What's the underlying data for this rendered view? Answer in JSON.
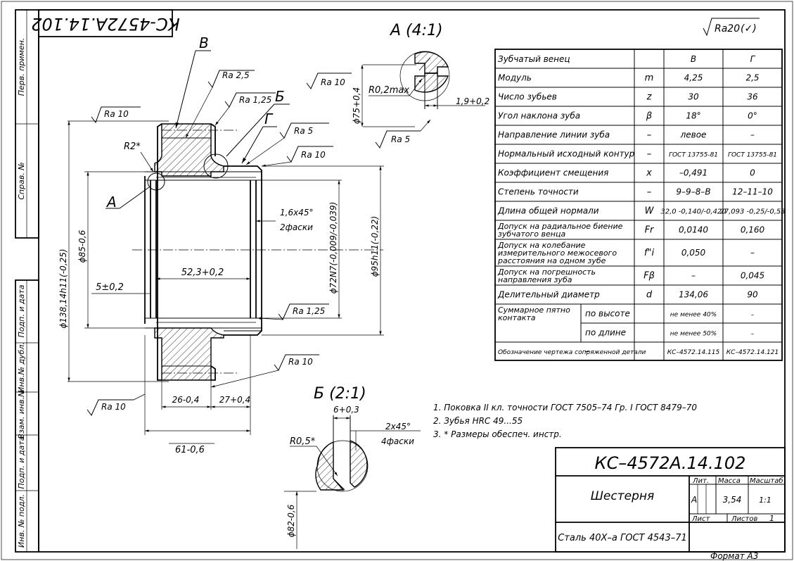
{
  "doc_number": "КС-4572А.14.102",
  "doc_number_mirrored": "КС-4572А.14.102",
  "roughness_general": "Ra20",
  "roughness_general_mark": "(✓)",
  "view_a_title": "А (4:1)",
  "view_b_title": "Б (2:1)",
  "left_strip": [
    "Перв. примен.",
    "Справ. №",
    "Подп. и дата",
    "Инв.№ дубл.",
    "Взам. инв.№",
    "Подп. и дата",
    "Инв. № подл."
  ],
  "callouts": {
    "v": "В",
    "g": "Г",
    "a": "А",
    "b": "Б"
  },
  "dims": {
    "d138": "ϕ138,14h11(-0,25)",
    "d85": "ϕ85-0,6",
    "d72": "ϕ72N7(-0,009/-0,039)",
    "d95": "ϕ95h11(-0,22)",
    "d75": "ϕ75+0,4",
    "d82": "ϕ82-0,6",
    "l52": "52,3+0,2",
    "l5": "5±0,2",
    "l26": "26-0,4",
    "l27": "27+0,4",
    "l61": "61-0,6",
    "ch16": "1,6x45°",
    "ch16b": "2фаски",
    "ch2": "2x45°",
    "ch2b": "4фаски",
    "r2": "R2*",
    "r02": "R0,2max",
    "r05": "R0,5*",
    "d19": "1,9+0,2",
    "d6": "6+0,3"
  },
  "ra_marks": {
    "ra10_top": "Ra 10",
    "ra25": "Ra 2,5",
    "ra125_top": "Ra 1,25",
    "ra5_g": "Ra 5",
    "ra10_g": "Ra 10",
    "ra125_bore": "Ra 1,25",
    "ra10_bot": "Ra 10",
    "ra10_left": "Ra 10",
    "ra10_a": "Ra 10",
    "ra5_a": "Ra 5"
  },
  "gear_table": {
    "header": [
      "Зубчатый венец",
      "",
      "В",
      "Г"
    ],
    "rows": [
      [
        "Модуль",
        "m",
        "4,25",
        "2,5"
      ],
      [
        "Число зубьев",
        "z",
        "30",
        "36"
      ],
      [
        "Угол наклона зуба",
        "β",
        "18°",
        "0°"
      ],
      [
        "Направление линии зуба",
        "–",
        "левое",
        "–"
      ],
      [
        "Нормальный исходный контур",
        "–",
        "ГОСТ 13755-81",
        "ГОСТ 13755-81"
      ],
      [
        "Коэффициент смещения",
        "x",
        "–0,491",
        "0"
      ],
      [
        "Степень точности",
        "–",
        "9–9–8–В",
        "12–11–10"
      ],
      [
        "Длина общей нормали",
        "W",
        "32,0 -0,140/-0,420",
        "27,093 -0,25/-0,53"
      ],
      [
        "Допуск на радиальное биение зубчатого венца",
        "Fr",
        "0,0140",
        "0,160"
      ],
      [
        "Допуск на колебание измерительного межосевого расстояния на одном зубе",
        "f\"i",
        "0,050",
        "–"
      ],
      [
        "Допуск на погрешность направления зуба",
        "Fβ",
        "–",
        "0,045"
      ],
      [
        "Делительный диаметр",
        "d",
        "134,06",
        "90"
      ],
      [
        "Суммарное пятно контакта",
        "по высоте",
        "не менее 40%",
        "–"
      ],
      [
        "",
        "по длине",
        "не менее 50%",
        "–"
      ],
      [
        "Обозначение чертежа сопряженной детали",
        "–",
        "КС–4572.14.115",
        "КС–4572.14.121"
      ]
    ]
  },
  "notes": [
    "1. Поковка II кл. точности ГОСТ 7505–74 Гр. I ГОСТ 8479–70",
    "2. Зубья  HRC 49...55",
    "3. * Размеры обеспеч. инстр."
  ],
  "title_block": {
    "number": "КС–4572А.14.102",
    "name": "Шестерня",
    "material": "Сталь 40Х–а ГОСТ 4543–71",
    "lit_label": "Лит.",
    "mass_label": "Масса",
    "scale_label": "Масштаб",
    "lit_value": "А",
    "mass_value": "3,54",
    "scale_value": "1:1",
    "sheet_label": "Лист",
    "sheets_label": "Листов",
    "sheets_value": "1"
  },
  "format": "Формат А3"
}
